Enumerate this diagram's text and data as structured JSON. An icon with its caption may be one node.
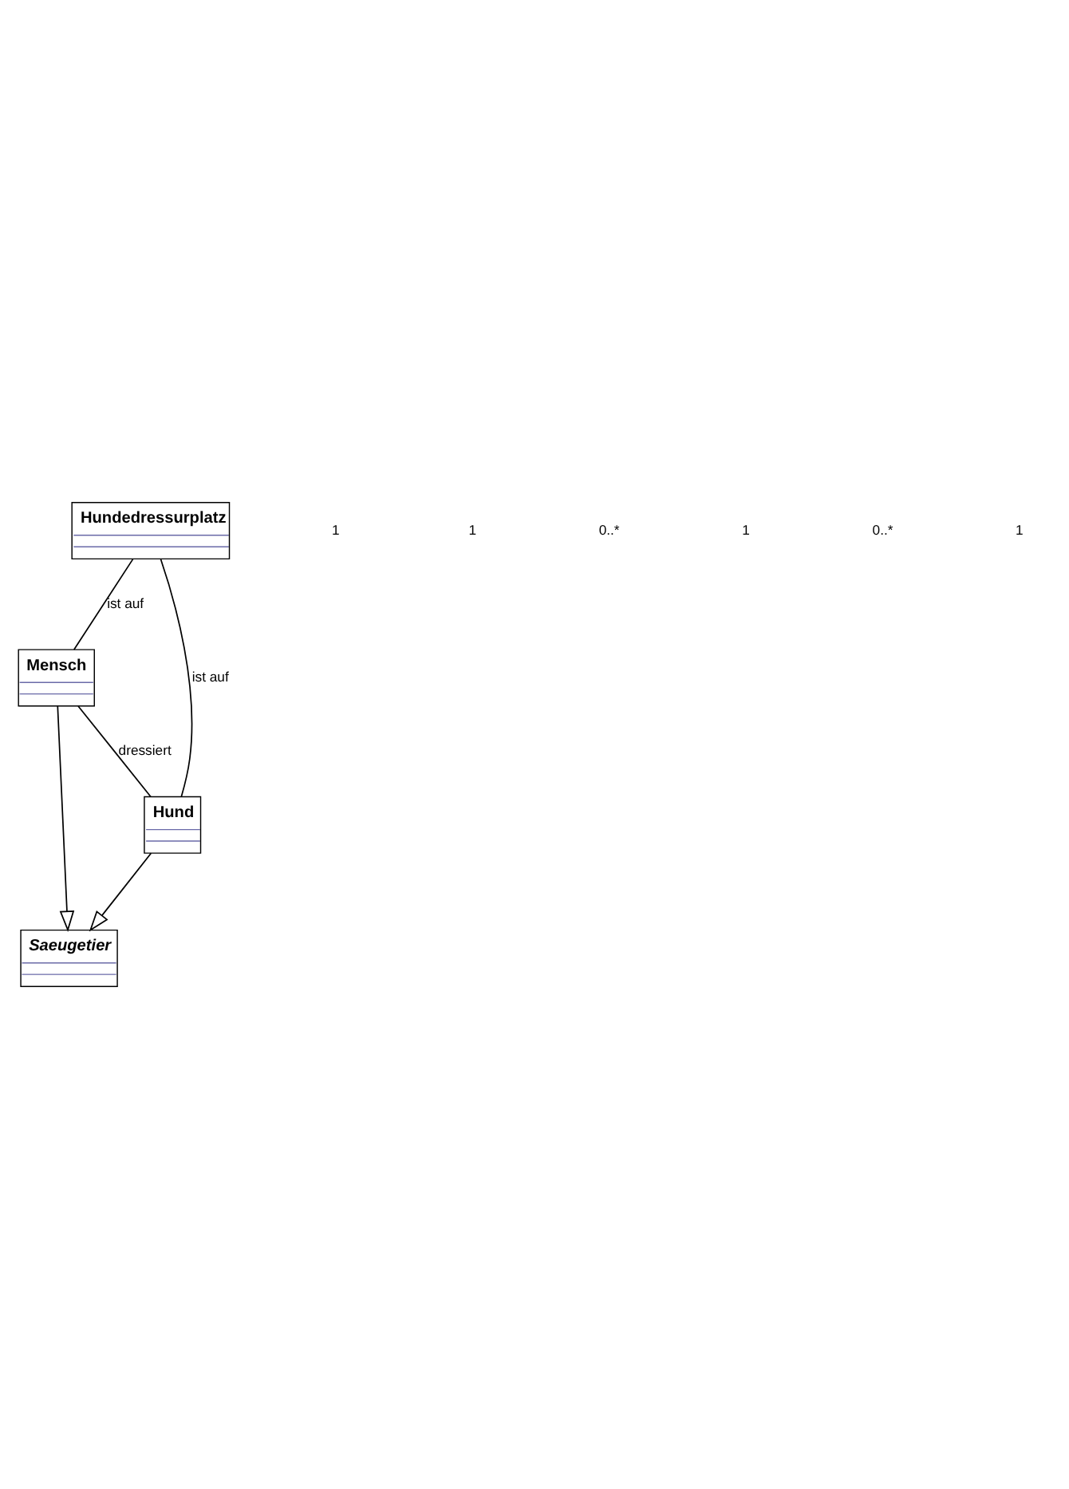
{
  "diagram": {
    "nodes": [
      {
        "text": [
          "Hundedressurplatz"
        ]
      },
      {
        "text": [
          "Mensch"
        ]
      },
      {
        "text": [
          "Hund"
        ]
      },
      {
        "text": [
          "Saeugetier"
        ]
      }
    ],
    "edges": [
      {
        "from": 0,
        "to": 1,
        "arrow": "none",
        "label": "ist auf"
      },
      {
        "from": 0,
        "to": 2,
        "arrow": "none",
        "label": "ist auf"
      },
      {
        "from": 1,
        "to": 2,
        "arrow": "none",
        "label": "dressiert"
      },
      {
        "from": 1,
        "to": 3,
        "arrow": "to"
      },
      {
        "from": 2,
        "to": 3,
        "arrow": "to"
      }
    ],
    "labels": [
      "1",
      "1",
      "0..*",
      "1",
      "0..*",
      "1"
    ]
  }
}
